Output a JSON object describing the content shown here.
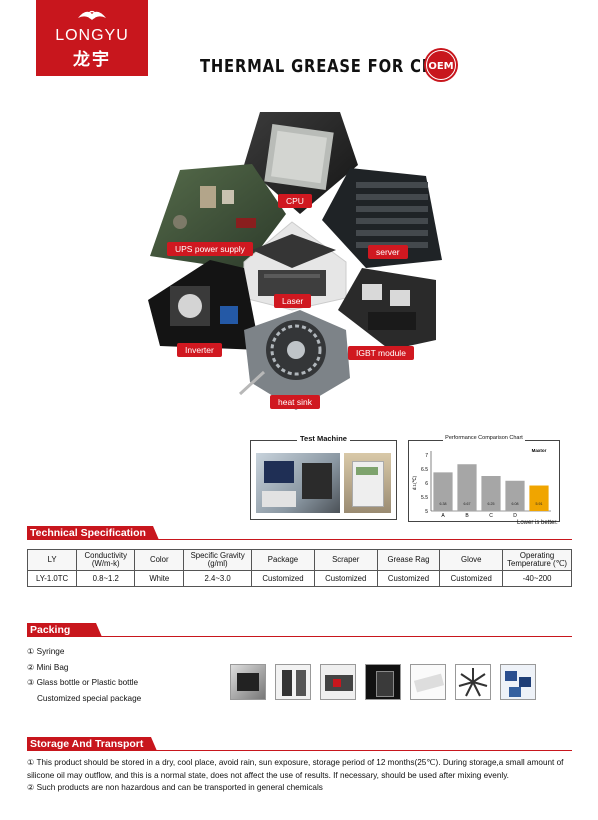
{
  "brand": {
    "name_en": "LONGYU",
    "name_cn": "龙宇",
    "color": "#c8161d"
  },
  "title": "THERMAL GREASE FOR CPU",
  "badge": "OEM",
  "applications": [
    "CPU",
    "UPS power supply",
    "server",
    "Laser",
    "Inverter",
    "IGBT module",
    "heat sink"
  ],
  "test_machine": {
    "title": "Test Machine"
  },
  "performance": {
    "title": "Performance Comparison Chart",
    "note": "Lower is better.",
    "chart_data": {
      "type": "bar",
      "categories": [
        "A",
        "B",
        "C",
        "D",
        "Maxtor"
      ],
      "values": [
        6.38,
        6.67,
        6.25,
        6.08,
        5.91
      ],
      "data_labels": [
        "6.38",
        "6.67",
        "6.25",
        "6.08",
        "5.91"
      ],
      "ylabel": "d.t.(℃)",
      "yticks": [
        "7",
        "6.5",
        "6",
        "5.5",
        "5"
      ],
      "ylim": [
        5,
        7
      ],
      "colors": [
        "#a6a6a6",
        "#a6a6a6",
        "#a6a6a6",
        "#a6a6a6",
        "#f0a500"
      ],
      "legend": "Maxtor",
      "grid": false
    }
  },
  "spec": {
    "heading": "Technical Specification",
    "columns": [
      "LY",
      "Conductivity (W/m-k)",
      "Color",
      "Specific Gravity (g/ml)",
      "Package",
      "Scraper",
      "Grease Rag",
      "Glove",
      "Operating Temperature (℃)"
    ],
    "row": [
      "LY-1.0TC",
      "0.8~1.2",
      "White",
      "2.4~3.0",
      "Customized",
      "Customized",
      "Customized",
      "Customized",
      "-40~200"
    ]
  },
  "packing": {
    "heading": "Packing",
    "items": [
      "① Syringe",
      "② Mini Bag",
      "③ Glass bottle or Plastic bottle",
      "Customized special package"
    ]
  },
  "storage": {
    "heading": "Storage And Transport",
    "items": [
      "① This product should be stored in a dry, cool place, avoid rain, sun exposure, storage period of 12 months(25℃). During storage,a small amount of silicone oil may outflow, and this is a normal state, does not affect the use of results. If necessary, should be used after mixing evenly.",
      "② Such products are non hazardous and can be transported in general chemicals"
    ]
  }
}
